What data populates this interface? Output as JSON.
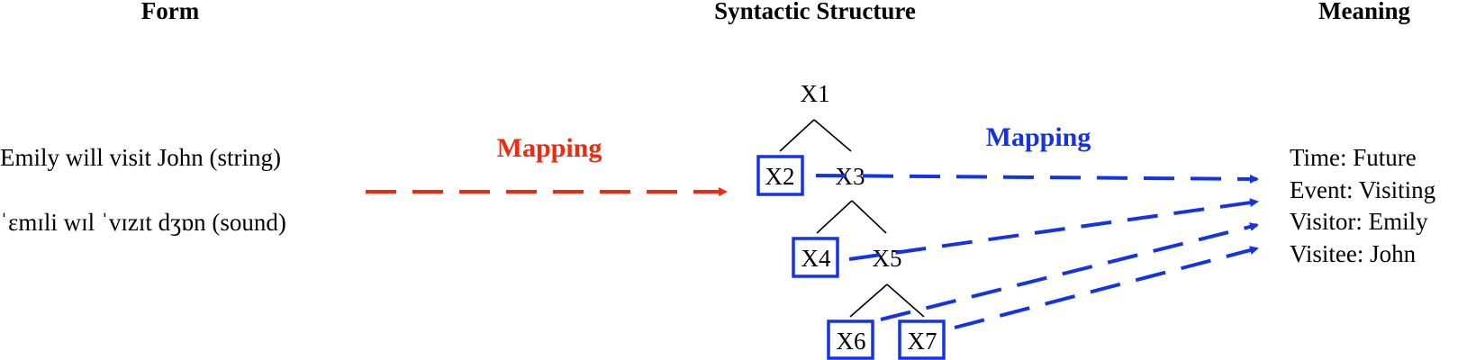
{
  "headers": {
    "form": "Form",
    "syntax": "Syntactic Structure",
    "meaning": "Meaning"
  },
  "form": {
    "string_line": "Emily will visit John (string)",
    "sound_line": "ˈɛmɪli wɪl ˈvɪzɪt dʒɒn (sound)"
  },
  "mapping_labels": {
    "left": "Mapping",
    "right": "Mapping"
  },
  "tree": {
    "nodes": [
      "X1",
      "X2",
      "X3",
      "X4",
      "X5",
      "X6",
      "X7"
    ],
    "boxed": [
      "X2",
      "X4",
      "X6",
      "X7"
    ]
  },
  "meaning": {
    "time": "Time: Future",
    "event": "Event: Visiting",
    "visitor": "Visitor: Emily",
    "visitee": "Visitee: John"
  },
  "colors": {
    "left_mapping": "#ee2a10",
    "right_mapping": "#1533e6",
    "text": "#000000"
  }
}
